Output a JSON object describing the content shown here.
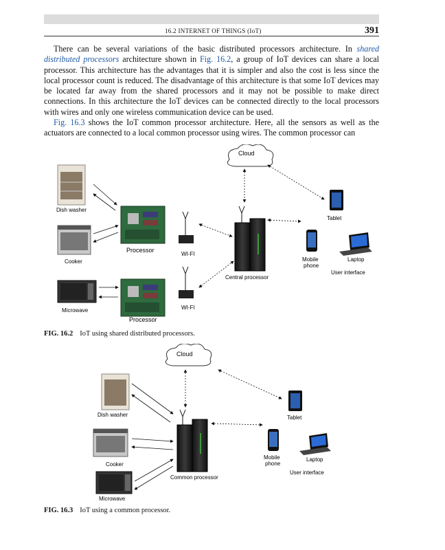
{
  "header": {
    "running_head": "16.2 INTERNET OF THINGS (IoT)",
    "page_number": "391"
  },
  "paragraphs": [
    {
      "p1_a": "There can be several variations of the basic distributed processors architecture. In ",
      "p1_em": "shared distributed processors",
      "p1_b": " architecture shown in ",
      "p1_ref": "Fig. 16.2",
      "p1_c": ", a group of IoT devices can share a local processor. This architecture has the advantages that it is simpler and also the cost is less since the local processor count is reduced. The disadvantage of this architecture is that some IoT devices may be located far away from the shared processors and it may not be possible to make direct connections. In this architecture the IoT devices can be connected directly to the local processors with wires and only one wireless communication device can be used."
    },
    {
      "p2_ref": "Fig. 16.3",
      "p2_a": " shows the IoT common processor architecture. Here, all the sensors as well as the actuators are connected to a local common processor using wires. The common processor can"
    }
  ],
  "fig1": {
    "cloud": "Cloud",
    "dish_washer": "Dish washer",
    "cooker": "Cooker",
    "microwave": "Microwave",
    "processor1": "Processor",
    "processor2": "Processor",
    "wifi1": "WI-FI",
    "wifi2": "WI-FI",
    "central": "Central processor",
    "tablet": "Tablet",
    "mobile1": "Mobile",
    "mobile2": "phone",
    "laptop": "Laptop",
    "ui": "User interface",
    "caption_num": "FIG. 16.2",
    "caption_text": "IoT using shared distributed processors."
  },
  "fig2": {
    "cloud": "Cloud",
    "dish_washer": "Dish washer",
    "cooker": "Cooker",
    "microwave": "Microwave",
    "common": "Common processor",
    "tablet": "Tablet",
    "mobile1": "Mobile",
    "mobile2": "phone",
    "laptop": "Laptop",
    "ui": "User interface",
    "caption_num": "FIG. 16.3",
    "caption_text": "IoT using a common processor."
  }
}
